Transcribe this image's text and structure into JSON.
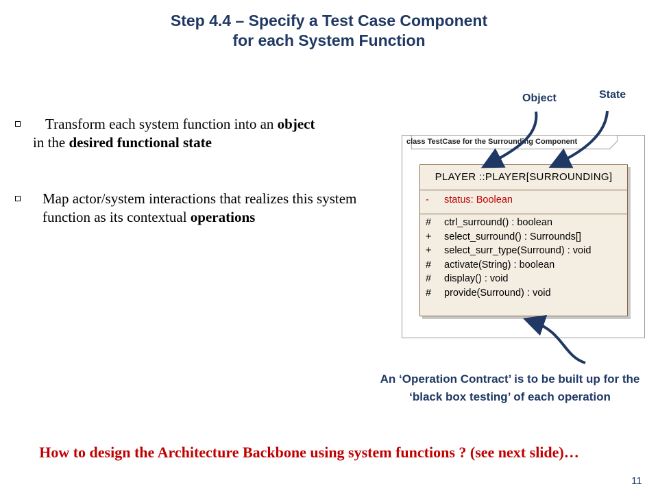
{
  "title": {
    "line1": "Step 4.4 – Specify a Test Case Component",
    "line2": "for each System Function"
  },
  "bullets": [
    {
      "parts": [
        "Transform each system function into an ",
        "object",
        " in the ",
        "desired functional state"
      ]
    },
    {
      "parts": [
        "Map actor/system interactions that realizes this system function as its contextual ",
        "operations"
      ]
    }
  ],
  "diagram": {
    "frame_label": "class TestCase for the Surrounding Component",
    "class_name": "PLAYER ::PLAYER[SURROUNDING]",
    "attribute": {
      "visibility": "-",
      "signature": "status:  Boolean"
    },
    "operations": [
      {
        "visibility": "#",
        "signature": "ctrl_surround() : boolean"
      },
      {
        "visibility": "+",
        "signature": "select_surround() : Surrounds[]"
      },
      {
        "visibility": "+",
        "signature": "select_surr_type(Surround) : void"
      },
      {
        "visibility": "#",
        "signature": "activate(String) : boolean"
      },
      {
        "visibility": "#",
        "signature": "display() : void"
      },
      {
        "visibility": "#",
        "signature": "provide(Surround) : void"
      }
    ]
  },
  "callouts": {
    "object": "Object",
    "state": "State",
    "contract": "An ‘Operation Contract’ is to be built up for the ‘black box testing’ of each operation"
  },
  "footer": "How to design the Architecture Backbone using system functions ? (see next slide)…",
  "page_number": "11",
  "colors": {
    "title": "#1f3864",
    "footer": "#c00000",
    "class_fill": "#f4eee2",
    "class_border": "#8a6a4a",
    "attribute_text": "#c00000",
    "arrow": "#1f3864"
  }
}
